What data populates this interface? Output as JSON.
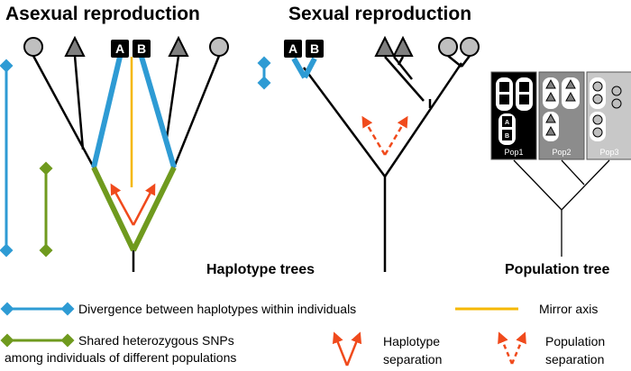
{
  "titles": {
    "asexual": "Asexual reproduction",
    "sexual": "Sexual reproduction",
    "haplotype_trees": "Haplotype trees",
    "population_tree": "Population tree"
  },
  "haplotypes": {
    "a": "A",
    "b": "B"
  },
  "populations": [
    {
      "label": "Pop1",
      "color": "#000000"
    },
    {
      "label": "Pop2",
      "color": "#8c8c8c"
    },
    {
      "label": "Pop3",
      "color": "#c8c8c8"
    }
  ],
  "legend": {
    "divergence": "Divergence between haplotypes within individuals",
    "mirror": "Mirror axis",
    "shared_line1": "Shared heterozygous SNPs",
    "shared_line2": "among individuals of different populations",
    "hap_sep_line1": "Haplotype",
    "hap_sep_line2": "separation",
    "pop_sep_line1": "Population",
    "pop_sep_line2": "separation"
  },
  "colors": {
    "divergence": "#2e9bd4",
    "shared": "#6f9a1e",
    "mirror": "#f5b800",
    "separation": "#f04a1c",
    "circle_fill": "#bfbfbf",
    "triangle_fill": "#7f7f7f"
  }
}
